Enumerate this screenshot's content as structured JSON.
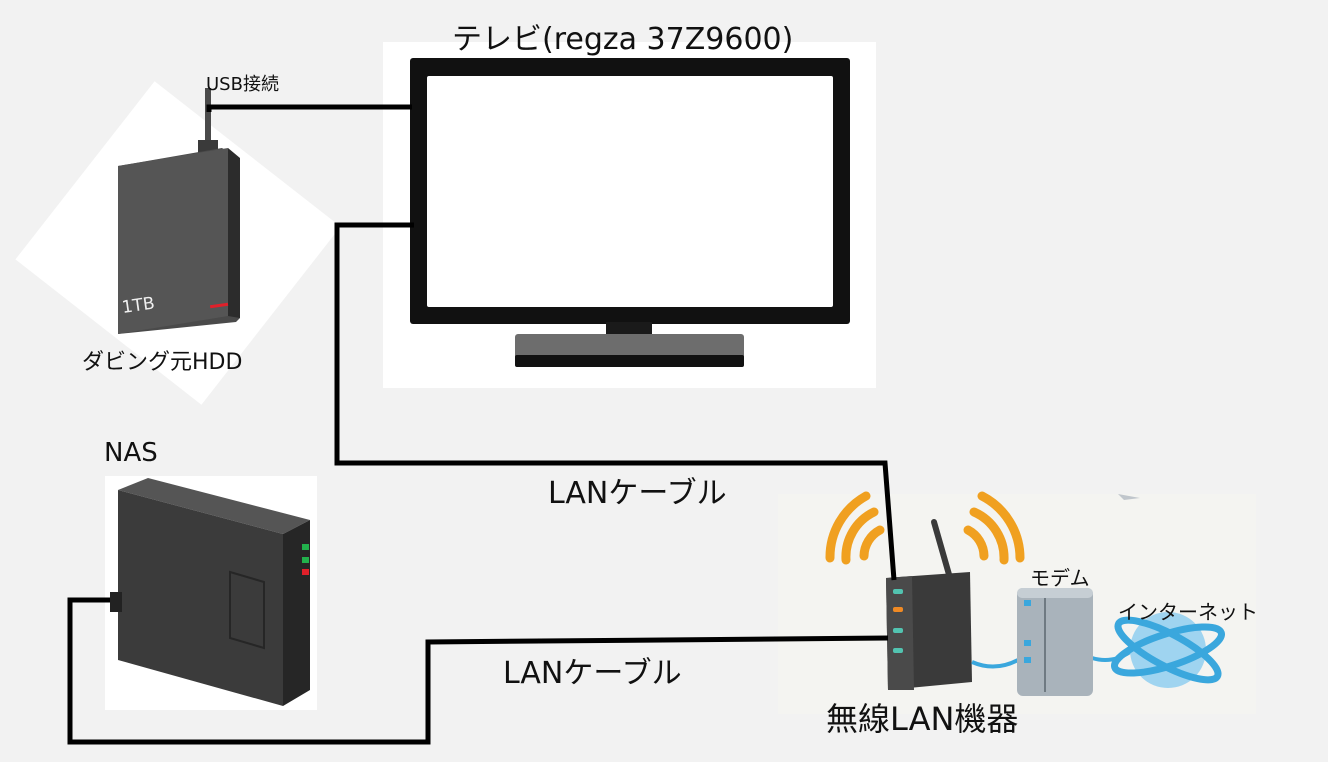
{
  "labels": {
    "tv": "テレビ(regza 37Z9600)",
    "usb": "USB接続",
    "hdd": "ダビング元HDD",
    "hdd_capacity": "1TB",
    "nas": "NAS",
    "lan_cable_1": "LANケーブル",
    "lan_cable_2": "LANケーブル",
    "modem": "モデム",
    "internet": "インターネット",
    "router": "無線LAN機器"
  },
  "colors": {
    "background": "#f2f2f2",
    "cable": "#000000",
    "device_dark": "#3c3c3c",
    "wifi_wave": "#f0a020",
    "led_green": "#22b14c",
    "led_red": "#e0202a",
    "router_led_teal": "#52c3b0",
    "router_led_orange": "#f08a24",
    "modem_blue": "#3aa7dd",
    "globe_blue": "#9fd4f0"
  },
  "icons": [
    "hdd-icon",
    "tv-icon",
    "nas-icon",
    "router-icon",
    "wifi-wave-icon",
    "modem-icon",
    "globe-icon"
  ]
}
